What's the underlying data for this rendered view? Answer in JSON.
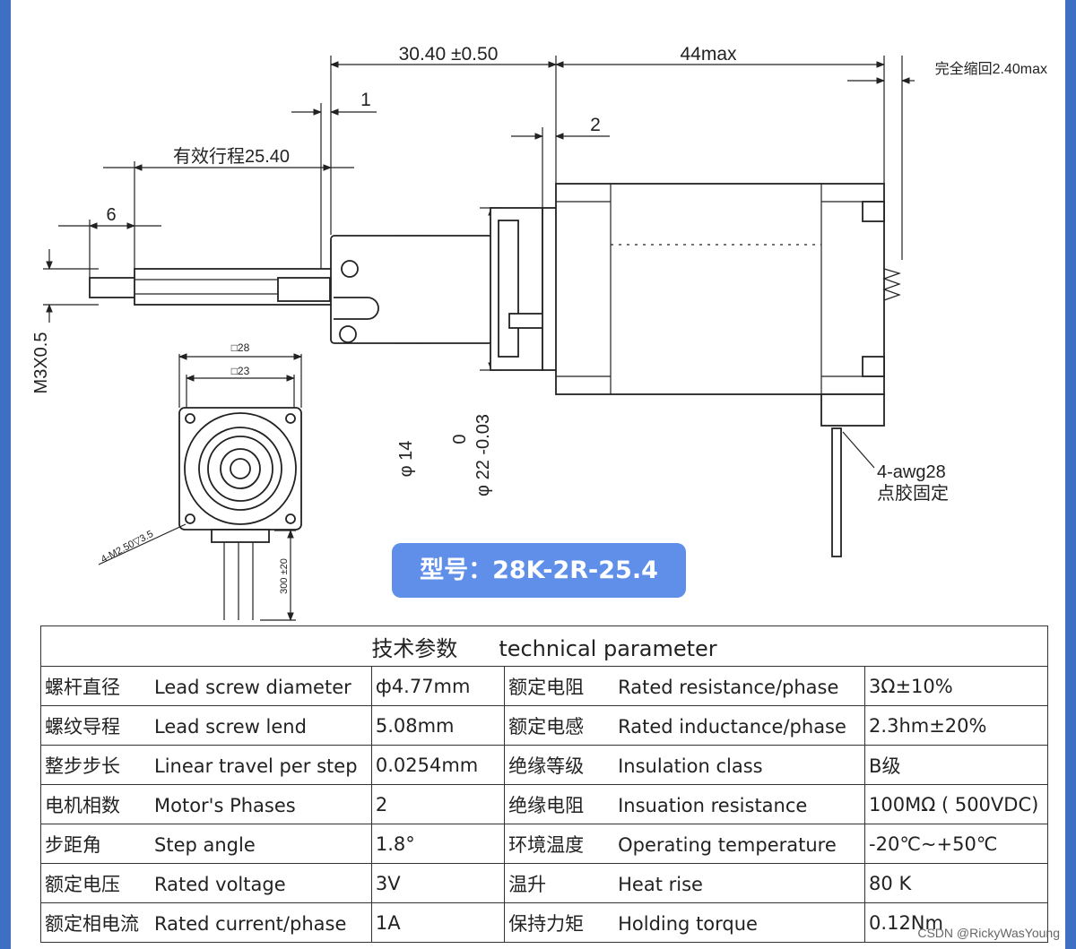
{
  "drawing": {
    "dims": {
      "overall_extension": "30.40 ±0.50",
      "motor_length": "44max",
      "retracted": "完全缩回2.40max",
      "offset_1": "1",
      "offset_2": "2",
      "effective_travel": "有效行程25.40",
      "screw_tip": "6",
      "thread": "M3X0.5",
      "square_outer": "□28",
      "square_inner": "□23",
      "mount_holes": "4-M2.50▽3.5",
      "lead_length": "300 ±20",
      "boss_diameter": "φ 14",
      "flange_tol_upper": "0",
      "flange_diameter": "φ 22 -0.03",
      "wire_note_1": "4-awg28",
      "wire_note_2": "点胶固定"
    }
  },
  "model": {
    "label": "型号：28K-2R-25.4"
  },
  "table": {
    "title_zh": "技术参数",
    "title_en": "technical parameter",
    "rows": [
      {
        "zh1": "螺杆直径",
        "en1": "Lead screw diameter",
        "v1": "ф4.77mm",
        "zh2": "额定电阻",
        "en2": "Rated resistance/phase",
        "v2": "3Ω±10%"
      },
      {
        "zh1": "螺纹导程",
        "en1": "Lead screw lend",
        "v1": "5.08mm",
        "zh2": "额定电感",
        "en2": "Rated inductance/phase",
        "v2": "2.3hm±20%"
      },
      {
        "zh1": "整步步长",
        "en1": "Linear travel per step",
        "v1": "0.0254mm",
        "zh2": "绝缘等级",
        "en2": "Insulation class",
        "v2": "B级"
      },
      {
        "zh1": "电机相数",
        "en1": "Motor's Phases",
        "v1": "2",
        "zh2": "绝缘电阻",
        "en2": "Insuation resistance",
        "v2": "100MΩ ( 500VDC)"
      },
      {
        "zh1": "步距角",
        "en1": "Step angle",
        "v1": "1.8°",
        "zh2": "环境温度",
        "en2": "Operating temperature",
        "v2": "-20℃~+50℃"
      },
      {
        "zh1": "额定电压",
        "en1": "Rated voltage",
        "v1": "3V",
        "zh2": "温升",
        "en2": "Heat  rise",
        "v2": "80 K"
      },
      {
        "zh1": "额定相电流",
        "en1": "Rated current/phase",
        "v1": "1A",
        "zh2": "保持力矩",
        "en2": "Holding torque",
        "v2": "0.12Nm"
      }
    ]
  },
  "credit": "CSDN @RickyWasYoung"
}
